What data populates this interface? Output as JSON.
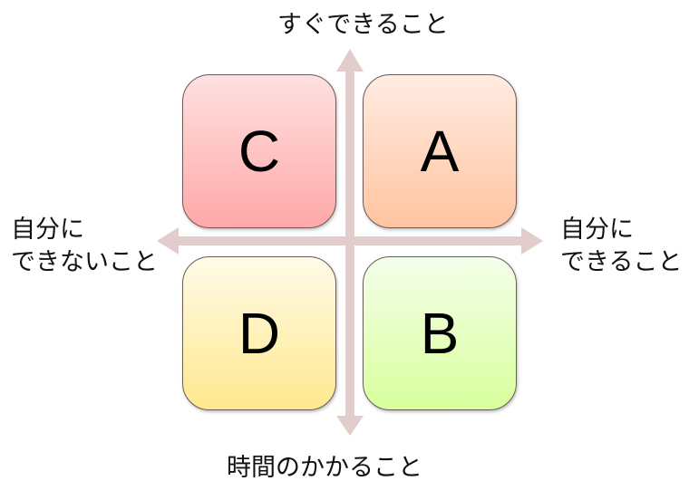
{
  "diagram": {
    "type": "quadrant-matrix",
    "axes": {
      "top": "すぐできること",
      "bottom": "時間のかかること",
      "left_line1": "自分に",
      "left_line2": "できないこと",
      "right_line1": "自分に",
      "right_line2": "できること"
    },
    "quadrants": {
      "top_left": {
        "label": "C",
        "color_top": "#ffe0e0",
        "color_bottom": "#ffa8a8"
      },
      "top_right": {
        "label": "A",
        "color_top": "#ffece2",
        "color_bottom": "#ffc4a0"
      },
      "bottom_left": {
        "label": "D",
        "color_top": "#fffbe8",
        "color_bottom": "#ffe88e"
      },
      "bottom_right": {
        "label": "B",
        "color_top": "#f4ffea",
        "color_bottom": "#d8ff9c"
      }
    },
    "arrow_color": "#e3cccc"
  }
}
